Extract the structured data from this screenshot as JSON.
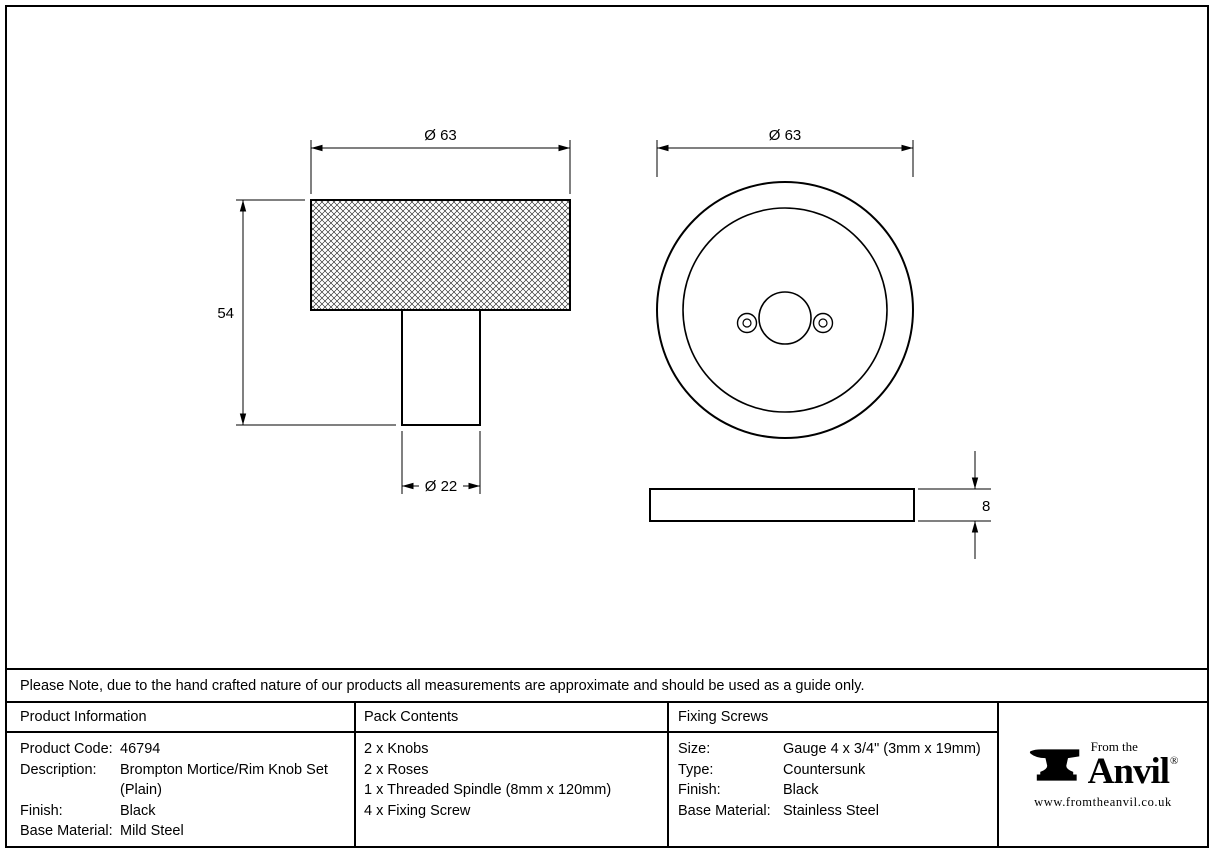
{
  "note": {
    "text": "Please Note, due to the hand crafted nature of our products all measurements are approximate and should be used as a guide only."
  },
  "drawing": {
    "knob": {
      "dim_diameter": "Ø 63",
      "dim_height": "54",
      "dim_stem_diameter": "Ø 22"
    },
    "rose": {
      "dim_diameter": "Ø 63"
    },
    "rose_side": {
      "dim_thickness": "8"
    }
  },
  "table": {
    "product_info": {
      "header": "Product Information",
      "rows": [
        {
          "label": "Product Code:",
          "value": "46794"
        },
        {
          "label": "Description:",
          "value": "Brompton Mortice/Rim Knob Set (Plain)"
        },
        {
          "label": "Finish:",
          "value": "Black"
        },
        {
          "label": "Base Material:",
          "value": "Mild Steel"
        }
      ]
    },
    "pack_contents": {
      "header": "Pack Contents",
      "items": [
        "2 x Knobs",
        "2 x Roses",
        "1 x Threaded Spindle (8mm x 120mm)",
        "4 x Fixing Screw"
      ]
    },
    "fixing_screws": {
      "header": "Fixing Screws",
      "rows": [
        {
          "label": "Size:",
          "value": "Gauge 4 x 3/4\" (3mm x 19mm)"
        },
        {
          "label": "Type:",
          "value": "Countersunk"
        },
        {
          "label": "Finish:",
          "value": "Black"
        },
        {
          "label": "Base Material:",
          "value": "Stainless Steel"
        }
      ]
    }
  },
  "brand": {
    "prefix": "From the",
    "name": "Anvil",
    "registered": "®",
    "website": "www.fromtheanvil.co.uk"
  }
}
